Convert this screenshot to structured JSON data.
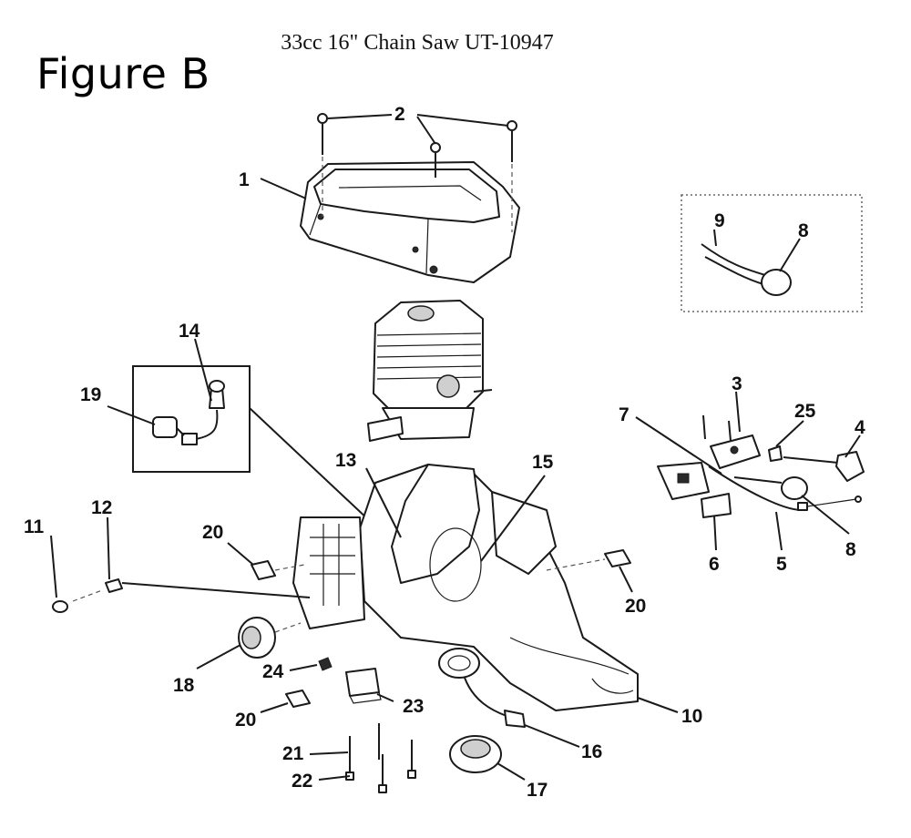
{
  "header": {
    "title": "33cc 16\" Chain Saw UT-10947",
    "figure_label": "Figure B"
  },
  "callouts": [
    {
      "id": "c1",
      "text": "1"
    },
    {
      "id": "c2",
      "text": "2"
    },
    {
      "id": "c3",
      "text": "3"
    },
    {
      "id": "c4",
      "text": "4"
    },
    {
      "id": "c5",
      "text": "5"
    },
    {
      "id": "c6",
      "text": "6"
    },
    {
      "id": "c7",
      "text": "7"
    },
    {
      "id": "c8a",
      "text": "8"
    },
    {
      "id": "c8b",
      "text": "8"
    },
    {
      "id": "c9",
      "text": "9"
    },
    {
      "id": "c10",
      "text": "10"
    },
    {
      "id": "c11",
      "text": "11"
    },
    {
      "id": "c12",
      "text": "12"
    },
    {
      "id": "c13",
      "text": "13"
    },
    {
      "id": "c14",
      "text": "14"
    },
    {
      "id": "c15",
      "text": "15"
    },
    {
      "id": "c16",
      "text": "16"
    },
    {
      "id": "c17",
      "text": "17"
    },
    {
      "id": "c18",
      "text": "18"
    },
    {
      "id": "c19",
      "text": "19"
    },
    {
      "id": "c20a",
      "text": "20"
    },
    {
      "id": "c20b",
      "text": "20"
    },
    {
      "id": "c20c",
      "text": "20"
    },
    {
      "id": "c21",
      "text": "21"
    },
    {
      "id": "c22",
      "text": "22"
    },
    {
      "id": "c23",
      "text": "23"
    },
    {
      "id": "c24",
      "text": "24"
    },
    {
      "id": "c25",
      "text": "25"
    }
  ]
}
